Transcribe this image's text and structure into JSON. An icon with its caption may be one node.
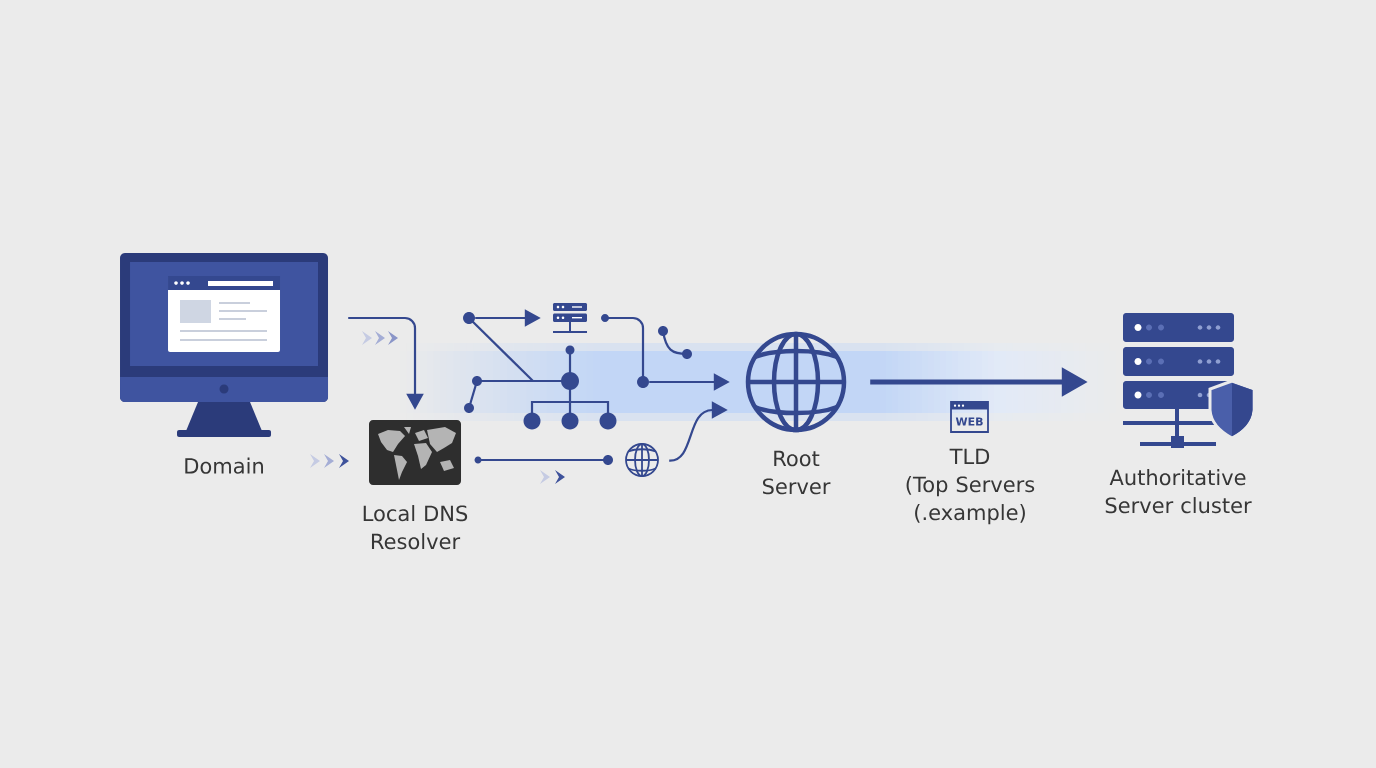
{
  "diagram": {
    "nodes": [
      {
        "text": [
          "Domain"
        ]
      },
      {
        "text": [
          "Local DNS Resolver"
        ]
      },
      {
        "text": [],
        "shape": "circle"
      },
      {
        "text": [],
        "shape": "picture"
      },
      {
        "text": [],
        "shape": "circle"
      },
      {
        "text": [],
        "shape": "picture"
      },
      {
        "text": [
          "Root Server"
        ]
      },
      {
        "text": [
          "WEB",
          "TLD",
          "(Top Servers (.example)"
        ]
      },
      {
        "text": [
          "Authoritative Server cluster"
        ]
      }
    ],
    "edges": [
      {
        "from": 0,
        "to": 1,
        "arrow": "to"
      },
      {
        "from": 2,
        "to": 3,
        "arrow": "to"
      },
      {
        "from": 4,
        "to": 6,
        "arrow": "to"
      },
      {
        "from": 5,
        "to": 6,
        "arrow": "to"
      },
      {
        "from": 6,
        "to": 8,
        "arrow": "to",
        "style": "thick"
      }
    ]
  }
}
